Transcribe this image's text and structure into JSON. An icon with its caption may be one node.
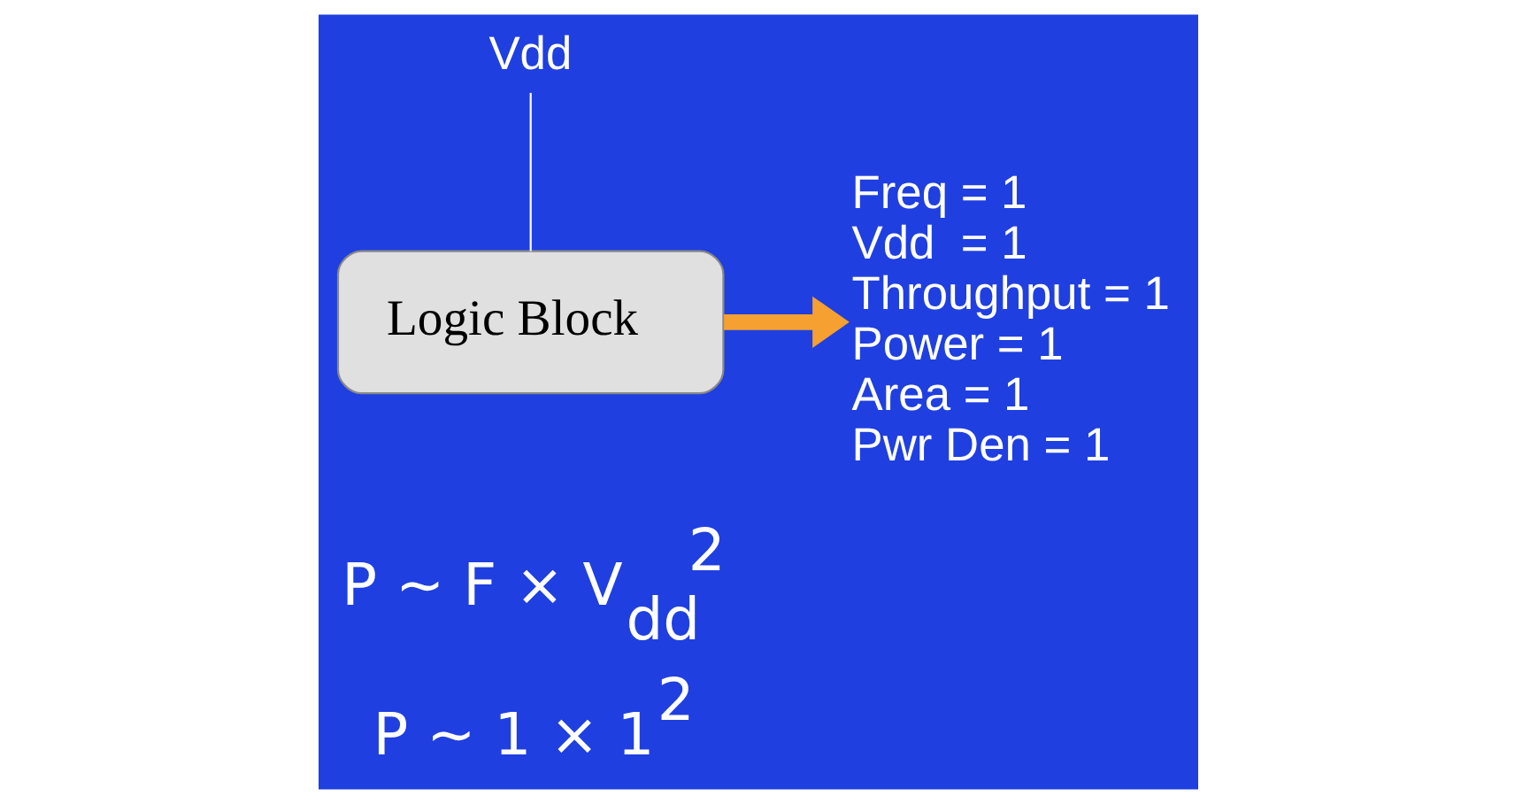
{
  "diagram": {
    "nodes": [
      {
        "text": [
          "Vdd"
        ]
      },
      {
        "text": [
          "Logic Block"
        ]
      },
      {
        "text": [
          "Freq = 1",
          "Vdd  = 1",
          "Throughput = 1",
          "Power = 1",
          "Area = 1",
          "Pwr Den = 1"
        ]
      }
    ],
    "edges": [
      {
        "from": 0,
        "to": 1,
        "arrow": "none"
      },
      {
        "from": 1,
        "to": 2,
        "arrow": "to",
        "style": "thick",
        "color": "#f5a030"
      }
    ],
    "labels": [
      "P ~ F × V$_{dd}$$^{2}$",
      "P ~ 1 × 1$^{2}$"
    ]
  }
}
